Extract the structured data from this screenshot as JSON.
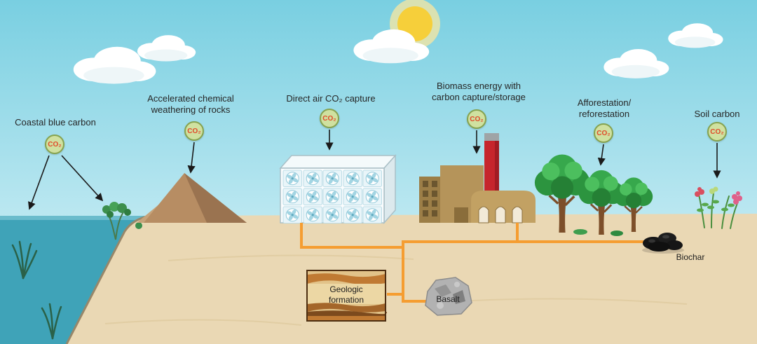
{
  "badge_text": "CO₂",
  "methods": [
    {
      "id": "coastal",
      "label": "Coastal blue carbon"
    },
    {
      "id": "weathering",
      "label": "Accelerated chemical weathering of rocks"
    },
    {
      "id": "dac",
      "label": "Direct air CO₂ capture"
    },
    {
      "id": "beccs",
      "label": "Biomass energy with carbon capture/storage"
    },
    {
      "id": "afforestation",
      "label": "Afforestation/ reforestation"
    },
    {
      "id": "soil",
      "label": "Soil carbon"
    }
  ],
  "storage": {
    "geologic_label": "Geologic formation",
    "basalt_label": "Basalt",
    "biochar_label": "Biochar"
  },
  "colors": {
    "badge-fill": "#cfe1a0",
    "badge-border": "#86a34f",
    "badge-text": "#e04a2a",
    "pipe": "#f59d31",
    "sky-top": "#79cfe1",
    "sky-bottom": "#e2f6fa",
    "sand": "#ead8b4",
    "ocean": "#3fa3b8",
    "label-text": "#262626"
  }
}
